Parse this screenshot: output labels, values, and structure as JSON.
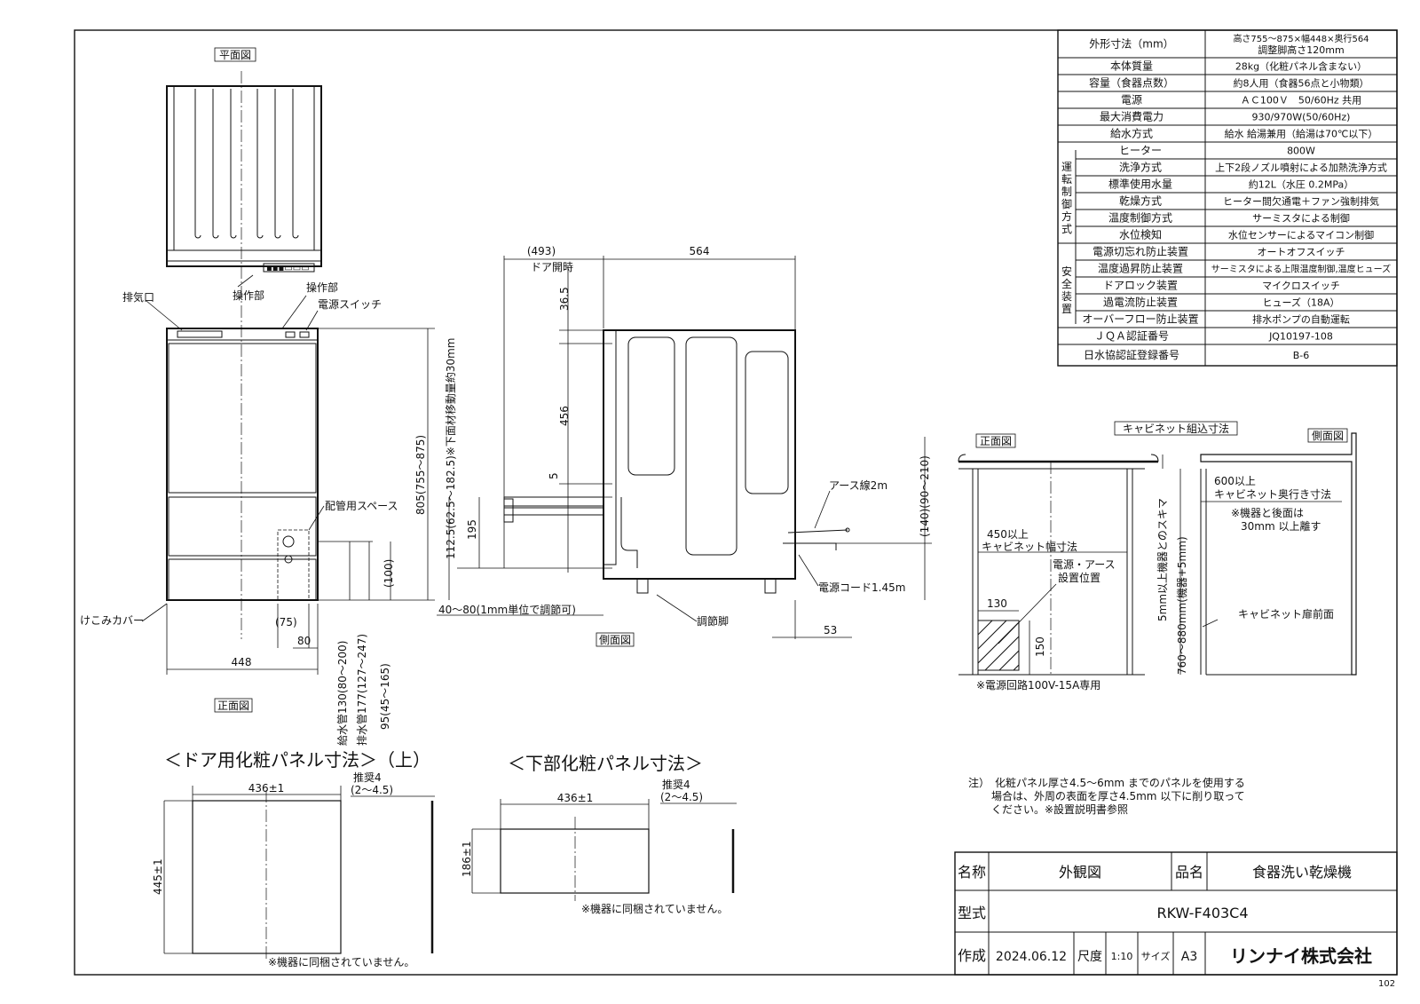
{
  "spec_table": [
    {
      "label": "外形寸法（mm）",
      "value": [
        "高さ755～875×幅448×奥行564",
        "調整脚高さ120mm"
      ]
    },
    {
      "label": "本体質量",
      "value": [
        "28kg（化粧パネル含まない）"
      ]
    },
    {
      "label": "容量（食器点数）",
      "value": [
        "約8人用（食器56点と小物類）"
      ]
    },
    {
      "label": "電源",
      "value": [
        "ＡＣ100Ｖ　50/60Hz 共用"
      ]
    },
    {
      "label": "最大消費電力",
      "value": [
        "930/970W(50/60Hz)"
      ]
    },
    {
      "label": "給水方式",
      "value": [
        "給水 給湯兼用（給湯は70℃以下）"
      ]
    },
    {
      "label": "ヒーター",
      "value": [
        "800W"
      ]
    },
    {
      "label": "洗浄方式",
      "value": [
        "上下2段ノズル噴射による加熱洗浄方式"
      ]
    },
    {
      "label": "標準使用水量",
      "value": [
        "約12L（水圧 0.2MPa）"
      ]
    },
    {
      "label": "乾燥方式",
      "value": [
        "ヒーター間欠通電＋ファン強制排気"
      ]
    },
    {
      "label": "温度制御方式",
      "value": [
        "サーミスタによる制御"
      ]
    },
    {
      "label": "水位検知",
      "value": [
        "水位センサーによるマイコン制御"
      ]
    },
    {
      "label": "電源切忘れ防止装置",
      "value": [
        "オートオフスイッチ"
      ]
    },
    {
      "label": "温度過昇防止装置",
      "value": [
        "サーミスタによる上限温度制御,温度ヒューズ"
      ]
    },
    {
      "label": "ドアロック装置",
      "value": [
        "マイクロスイッチ"
      ]
    },
    {
      "label": "過電流防止装置",
      "value": [
        "ヒューズ（18A）"
      ]
    },
    {
      "label": "オーバーフロー防止装置",
      "value": [
        "排水ポンプの自動運転"
      ]
    },
    {
      "label": "ＪＱＡ認証番号",
      "value": [
        "JQ10197-108"
      ]
    },
    {
      "label": "日水協認証登録番号",
      "value": [
        "B-6"
      ]
    }
  ],
  "spec_groups": {
    "operation": "運転制御方式",
    "safety": "安全装置"
  },
  "views": {
    "plan": "平面図",
    "front": "正面図",
    "side": "側面図",
    "cab_front": "正面図",
    "cab_side": "側面図",
    "cab_title": "キャビネット組込寸法"
  },
  "front_labels": {
    "exhaust": "排気口",
    "control": "操作部",
    "control2": "操作部",
    "power_switch": "電源スイッチ",
    "pipe_space": "配管用スペース",
    "kick_cover": "けこみカバー",
    "width": "448",
    "d75": "(75)",
    "d80": "80",
    "d100": "(100)",
    "supply": "給水管130(80～200)",
    "drain": "排水管177(127～247)",
    "d95": "95(45～165)",
    "height": "805(755～875)",
    "lower": "112.5(62.5～182.5)※下面材移動量約30mm"
  },
  "side_labels": {
    "door_open": "(493)",
    "door_open2": "ドア開時",
    "depth": "564",
    "d365": "36.5",
    "d456": "456",
    "d5": "5",
    "d195": "195",
    "adjust": "40～80(1mm単位で調節可)",
    "foot": "調節脚",
    "earth": "アース線2m",
    "cord": "電源コード1.45m",
    "d140": "(140)(90～210)",
    "d53": "53"
  },
  "cab_labels": {
    "w450": "450以上",
    "w450b": "キャビネット幅寸法",
    "outlet1": "電源・アース",
    "outlet2": "設置位置",
    "d130": "130",
    "d150": "150",
    "circuit": "※電源回路100V-15A専用",
    "gap": "5mm以上機器とのスキマ",
    "h760": "760～880mm(機器+5mm)",
    "d600": "600以上",
    "d600b": "キャビネット奥行き寸法",
    "note1": "※機器と後面は",
    "note2": "30mm 以上離す",
    "door": "キャビネット扉前面"
  },
  "panel_upper": {
    "title": "＜ドア用化粧パネル寸法＞（上）",
    "w": "436±1",
    "h": "445±1",
    "rec": "推奨4",
    "rec2": "(2～4.5)",
    "note": "※機器に同梱されていません。"
  },
  "panel_lower": {
    "title": "＜下部化粧パネル寸法＞",
    "w": "436±1",
    "h": "186±1",
    "rec": "推奨4",
    "rec2": "(2～4.5)",
    "note": "※機器に同梱されていません。"
  },
  "note": {
    "l1": "注）　化粧パネル厚さ4.5～6mm までのパネルを使用する",
    "l2": "場合は、外周の表面を厚さ4.5mm 以下に削り取って",
    "l3": "ください。※設置説明書参照"
  },
  "title_block": {
    "name_label": "名称",
    "name": "外観図",
    "product_label": "品名",
    "product": "食器洗い乾燥機",
    "model_label": "型式",
    "model": "RKW-F403C4",
    "made_label": "作成",
    "date": "2024.06.12",
    "scale_label": "尺度",
    "scale": "1:10",
    "size_label": "サイズ",
    "size": "A3",
    "company": "リンナイ株式会社"
  },
  "page_no": "102"
}
